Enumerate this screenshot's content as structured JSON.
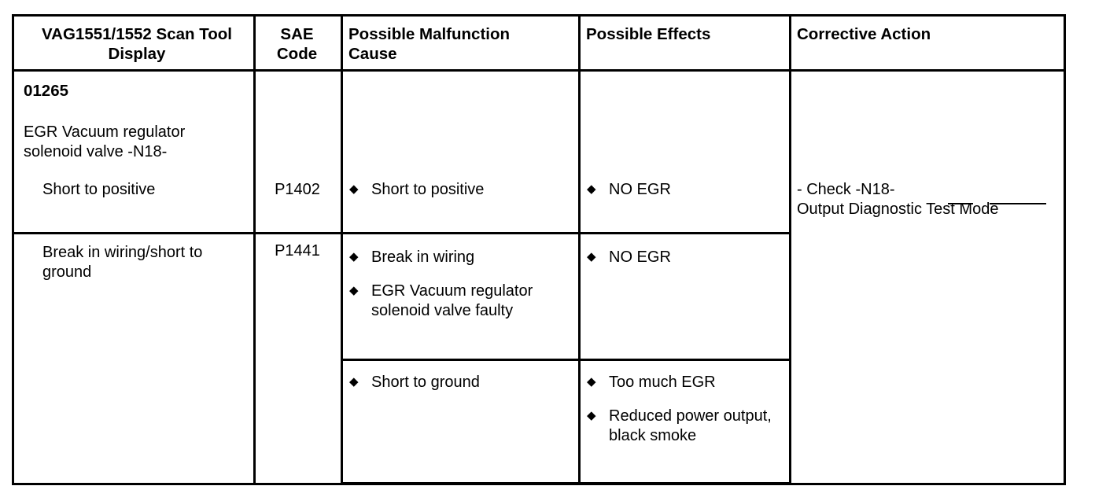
{
  "table": {
    "columns": [
      {
        "id": "scan-tool-display",
        "header": "VAG1551/1552 Scan Tool Display"
      },
      {
        "id": "sae-code",
        "header": "SAE Code"
      },
      {
        "id": "malfunction-cause",
        "header": "Possible Malfunction Cause"
      },
      {
        "id": "possible-effects",
        "header": "Possible Effects"
      },
      {
        "id": "corrective-action",
        "header": "Corrective Action"
      }
    ],
    "headers": {
      "display_line1": "VAG1551/1552 Scan Tool",
      "display_line2": "Display",
      "sae_line1": "SAE",
      "sae_line2": "Code",
      "cause_line1": "Possible Malfunction",
      "cause_line2": "Cause",
      "effects": "Possible Effects",
      "action": "Corrective Action"
    },
    "display_column": {
      "fault_code": "01265",
      "component_line1": "EGR Vacuum regulator",
      "component_line2": "solenoid valve -N18-",
      "symptom_1": "Short to positive",
      "symptom_2_line1": "Break in wiring/short to",
      "symptom_2_line2": "ground"
    },
    "sae_codes": {
      "row1": "P1402",
      "row2": "P1441"
    },
    "malfunction_causes": {
      "row1": [
        {
          "text": "Short to positive"
        }
      ],
      "row2": [
        {
          "text": "Break in wiring"
        },
        {
          "text": "EGR Vacuum regulator solenoid valve faulty"
        }
      ],
      "row3": [
        {
          "text": "Short to ground"
        }
      ]
    },
    "possible_effects": {
      "row1": [
        {
          "text": "NO EGR"
        }
      ],
      "row2": [
        {
          "text": "NO EGR"
        }
      ],
      "row3": [
        {
          "text": "Too much EGR"
        },
        {
          "text": "Reduced power output, black smoke"
        }
      ]
    },
    "corrective_action": {
      "line1": "- Check -N18-",
      "line2": "Output Diagnostic Test Mode"
    },
    "bullet_glyph": "◆",
    "colors": {
      "border": "#000000",
      "text": "#000000",
      "background": "#ffffff"
    }
  }
}
